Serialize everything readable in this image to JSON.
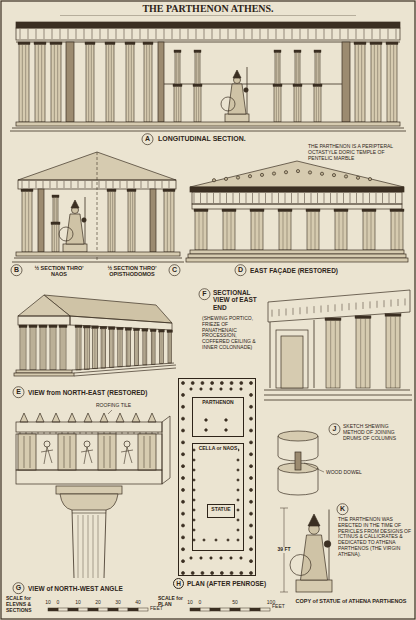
{
  "diagram": {
    "title": "THE PARTHENON ATHENS.",
    "nodes": [
      {
        "text": [
          "H",
          "PLAN (AFTER PENROSE)"
        ]
      },
      {
        "text": [
          "PARTHENON"
        ],
        "in": 0
      },
      {
        "text": [
          "CELLA or NAOS"
        ],
        "in": 0
      },
      {
        "text": [
          "STATUE"
        ],
        "in": 2
      }
    ],
    "labels": [
      "A",
      "LONGITUDINAL SECTION.",
      "B",
      "½ SECTION THRO' NAOS",
      "½ SECTION THRO' OPISTHODOMOS",
      "C",
      "THE PARTHENON IS A PERIPTERAL OCTASTYLE DORIC TEMPLE OF PENTELIC MARBLE",
      "D",
      "EAST FAÇADE (RESTORED)",
      "E",
      "VIEW from NORTH-EAST (RESTORED)",
      "F",
      "SECTIONAL VIEW of EAST END",
      "(SHEWING PORTICO, FRIEZE OF PANATHENAIC PROCESSION, COFFERED CEILING & INNER COLONNADE)",
      "G",
      "VIEW of NORTH-WEST ANGLE",
      "ROOFING TILE",
      "J",
      "SKETCH SHEWING METHOD OF JOINING DRUMS OF COLUMNS",
      "WOOD DOWEL",
      "K",
      "THE PARTHENON WAS ERECTED IN THE TIME OF PERICLES FROM DESIGNS OF ICTINUS & CALLICRATES & DEDICATED TO ATHENA PARTHENOS (THE VIRGIN ATHENA).",
      "COPY of STATUE of ATHENA PARTHENOS",
      "SCALE for ELEVNS & SECTIONS",
      "SCALE for PLAN",
      "10",
      "0",
      "10",
      "20",
      "30",
      "40",
      "FEET",
      "10",
      "0",
      "50",
      "100",
      "FEET",
      "39 FT"
    ]
  }
}
